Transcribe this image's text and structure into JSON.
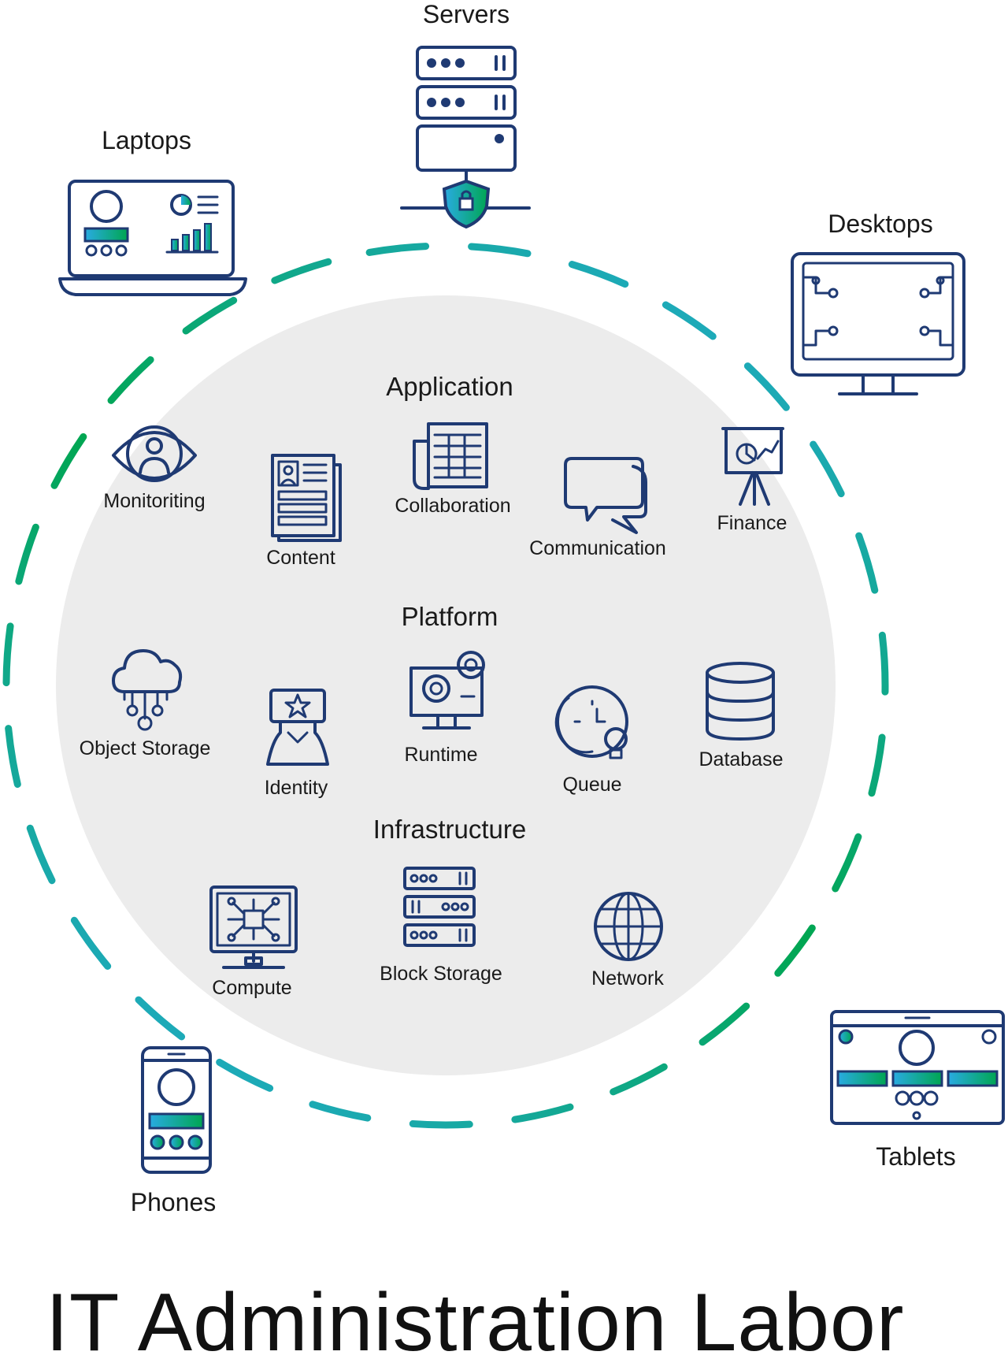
{
  "title": "IT Administration Labor",
  "devices": {
    "servers": "Servers",
    "laptops": "Laptops",
    "desktops": "Desktops",
    "tablets": "Tablets",
    "phones": "Phones"
  },
  "layers": {
    "application": {
      "label": "Application",
      "items": [
        "Monitoriting",
        "Content",
        "Collaboration",
        "Communication",
        "Finance"
      ]
    },
    "platform": {
      "label": "Platform",
      "items": [
        "Object Storage",
        "Identity",
        "Runtime",
        "Queue",
        "Database"
      ]
    },
    "infrastructure": {
      "label": "Infrastructure",
      "items": [
        "Compute",
        "Block Storage",
        "Network"
      ]
    }
  },
  "colors": {
    "navy": "#1f3a73",
    "gradient_start": "#29abe2",
    "gradient_end": "#00a651",
    "circle": "#ececec"
  },
  "icons": [
    "server-icon",
    "laptop-icon",
    "desktop-icon",
    "tablet-icon",
    "phone-icon",
    "eye-icon",
    "document-icon",
    "spreadsheet-icon",
    "chat-icon",
    "presentation-icon",
    "cloud-icon",
    "id-badge-icon",
    "gear-monitor-icon",
    "clock-icon",
    "database-icon",
    "circuit-monitor-icon",
    "storage-rack-icon",
    "globe-icon"
  ]
}
